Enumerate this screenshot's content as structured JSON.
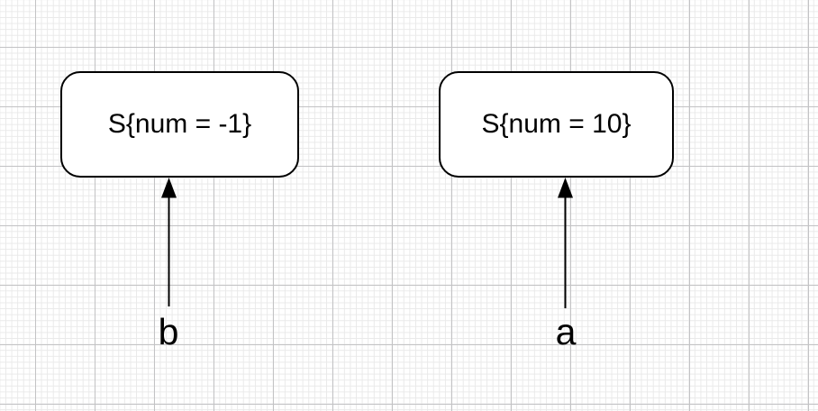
{
  "canvas": {
    "background_color": "#ffffff",
    "grid_minor_color": "#e9e9e9",
    "grid_major_color": "#c3c3c5"
  },
  "nodes": [
    {
      "label": "S{num = -1}",
      "fill": "#ffffff",
      "border_color": "#000000"
    },
    {
      "label": "S{num = 10}",
      "fill": "#ffffff",
      "border_color": "#000000"
    }
  ],
  "edges": [
    {
      "label": "b",
      "color": "#000000"
    },
    {
      "label": "a",
      "color": "#000000"
    }
  ]
}
